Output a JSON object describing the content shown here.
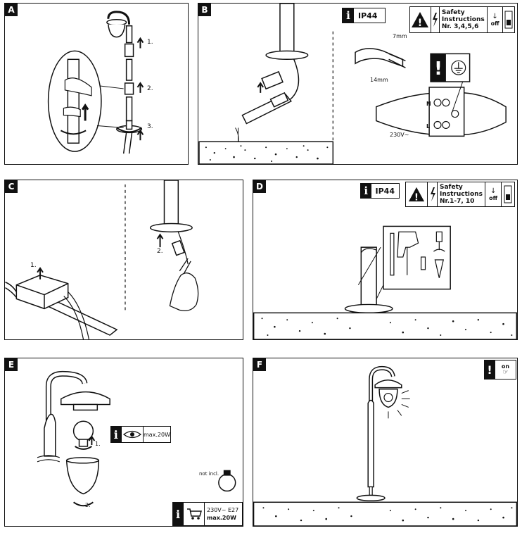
{
  "panels": {
    "A": {
      "label": "A",
      "steps": [
        "1.",
        "2.",
        "3."
      ]
    },
    "B": {
      "label": "B",
      "ip": "IP44",
      "safety_title_1": "Safety",
      "safety_title_2": "Instructions",
      "safety_nr": "Nr. 3,4,5,6",
      "off": "off",
      "dim_7": "7mm",
      "dim_14": "14mm",
      "voltage": "230V~",
      "term_n": "N",
      "term_l": "L"
    },
    "C": {
      "label": "C",
      "steps": [
        "1.",
        "2."
      ]
    },
    "D": {
      "label": "D",
      "ip": "IP44",
      "safety_title_1": "Safety",
      "safety_title_2": "Instructions",
      "safety_nr": "Nr.1-7, 10",
      "off": "off"
    },
    "E": {
      "label": "E",
      "steps": [
        "1.",
        "2."
      ],
      "max_power": "max.20W",
      "not_incl": "not incl.",
      "bulb_spec_1": "230V~  E27",
      "bulb_spec_2": "max.20W"
    },
    "F": {
      "label": "F",
      "on": "on"
    }
  }
}
